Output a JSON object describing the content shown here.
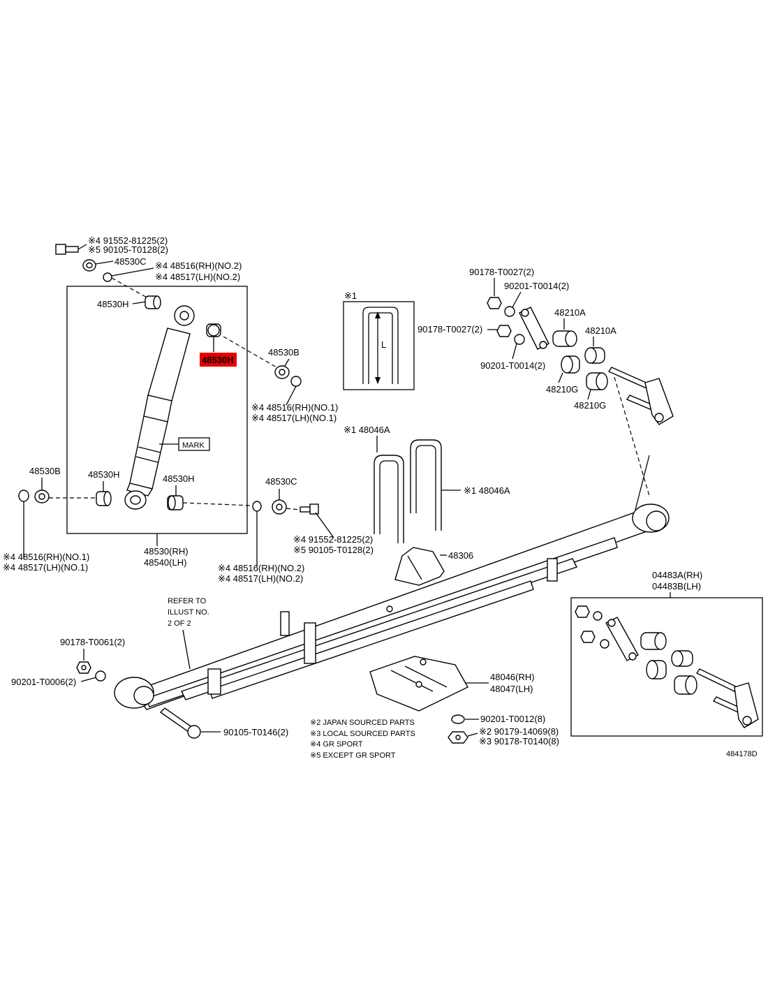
{
  "highlight": {
    "part": "48530H",
    "color": "#e60000"
  },
  "labels": {
    "top_bolt_1": "※4 91552-81225(2)",
    "top_bolt_2": "※5 90105-T0128(2)",
    "washer_48530C_top": "48530C",
    "rh_no2_top": "※4 48516(RH)(NO.2)",
    "lh_no2_top": "※4 48517(LH)(NO.2)",
    "bush_48530H_top": "48530H",
    "bush_48530H_highlight": "48530H",
    "washer_48530B_right": "48530B",
    "rh_no1_right": "※4 48516(RH)(NO.1)",
    "lh_no1_right": "※4 48517(LH)(NO.1)",
    "mark": "MARK",
    "washer_48530B_left": "48530B",
    "bush_48530H_left": "48530H",
    "bush_48530H_mid": "48530H",
    "washer_48530C_mid": "48530C",
    "bot_bolt_1": "※4 91552-81225(2)",
    "bot_bolt_2": "※5 90105-T0128(2)",
    "rh_no1_left": "※4 48516(RH)(NO.1)",
    "lh_no1_left": "※4 48517(LH)(NO.1)",
    "shock_rh": "48530(RH)",
    "shock_lh": "48540(LH)",
    "rh_no2_bottom": "※4 48516(RH)(NO.2)",
    "lh_no2_bottom": "※4 48517(LH)(NO.2)",
    "ubolt_box_ref": "※1",
    "ubolt_dim": "L",
    "ubolt_1": "※1 48046A",
    "ubolt_2": "※1 48046A",
    "bumper": "48306",
    "nut_t0027_1": "90178-T0027(2)",
    "washer_t0014_1": "90201-T0014(2)",
    "nut_t0027_2": "90178-T0027(2)",
    "washer_t0014_2": "90201-T0014(2)",
    "bush_48210A_1": "48210A",
    "bush_48210A_2": "48210A",
    "bush_48210G_1": "48210G",
    "bush_48210G_2": "48210G",
    "spring_rh": "04483A(RH)",
    "spring_lh": "04483B(LH)",
    "refer_1": "REFER TO",
    "refer_2": "ILLUST NO.",
    "refer_3": "2 OF 2",
    "nut_t0061": "90178-T0061(2)",
    "washer_t0006": "90201-T0006(2)",
    "bolt_t0146": "90105-T0146(2)",
    "seat_rh": "48046(RH)",
    "seat_lh": "48047(LH)",
    "washer_t0012": "90201-T0012(8)",
    "nut_14069": "※2 90179-14069(8)",
    "nut_t0140": "※3 90178-T0140(8)",
    "note_2": "※2 JAPAN SOURCED PARTS",
    "note_3": "※3 LOCAL SOURCED PARTS",
    "note_4": "※4 GR SPORT",
    "note_5": "※5 EXCEPT GR SPORT",
    "diagram_id": "484178D"
  }
}
